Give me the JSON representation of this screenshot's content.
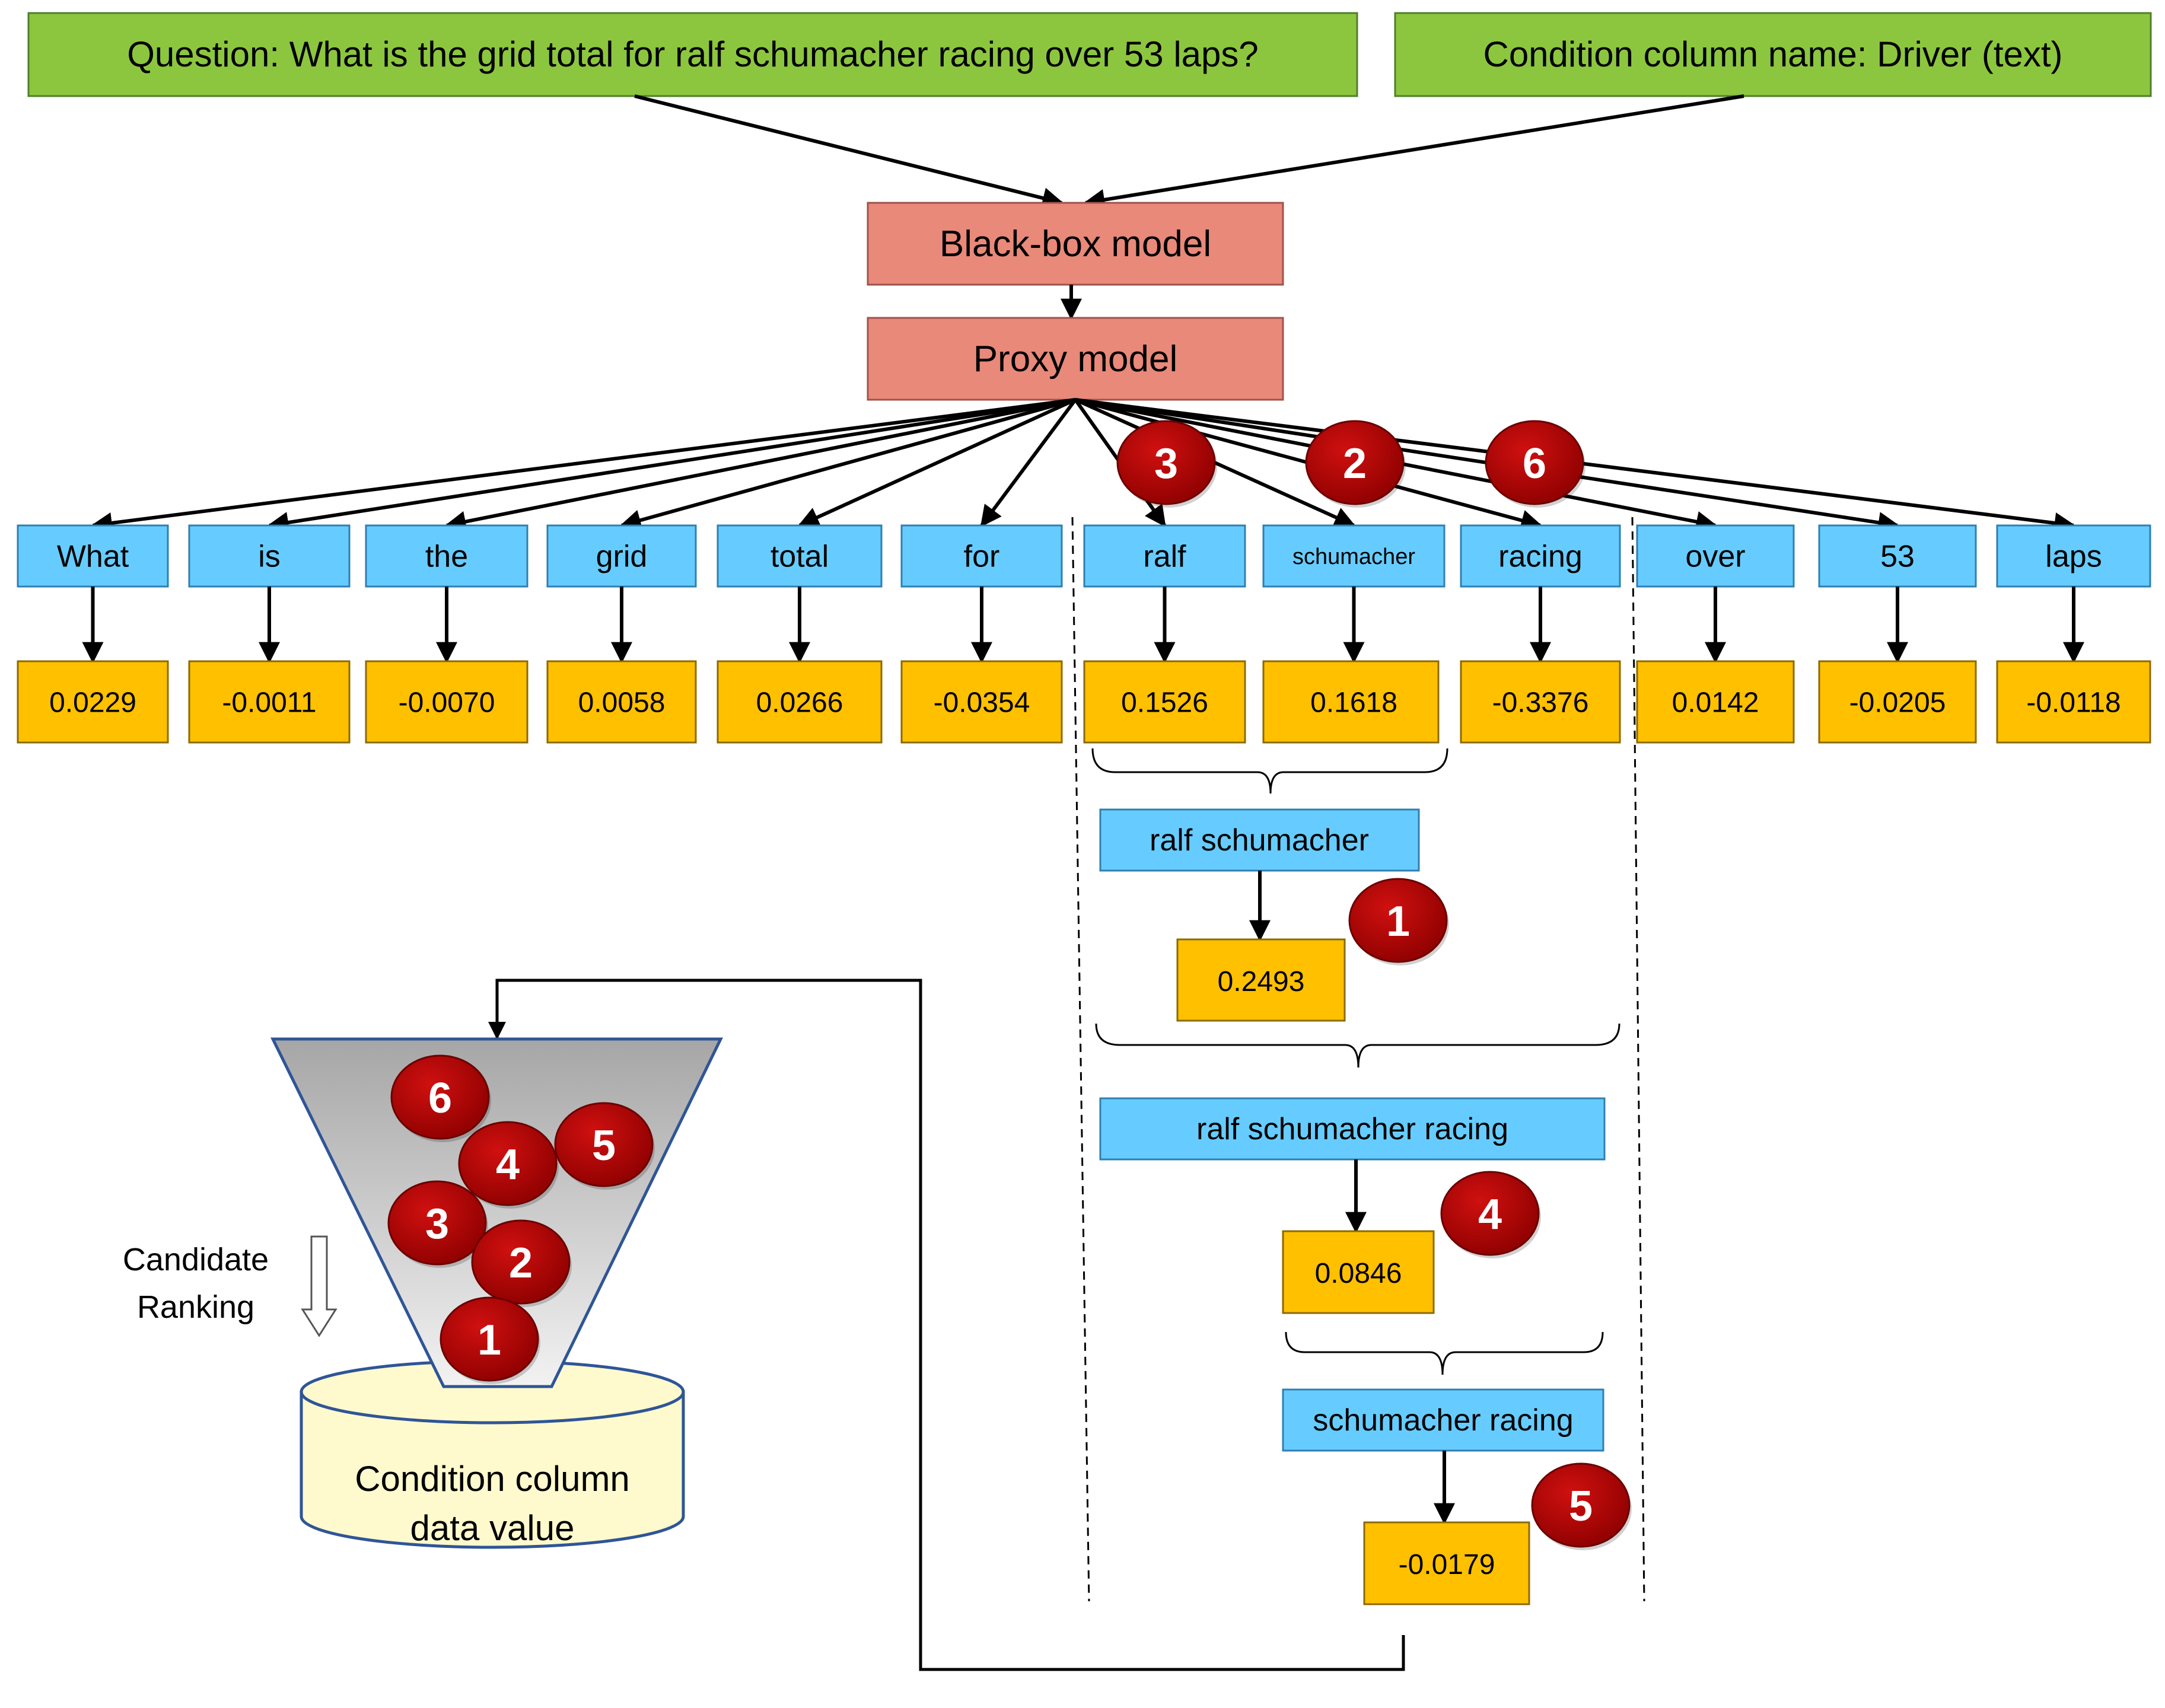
{
  "inputs": {
    "question": "Question: What is the grid total for ralf schumacher racing over 53 laps?",
    "condition": "Condition column name: Driver (text)"
  },
  "models": {
    "blackbox": "Black-box model",
    "proxy": "Proxy model"
  },
  "tokens": [
    {
      "word": "What",
      "score": "0.0229"
    },
    {
      "word": "is",
      "score": "-0.0011"
    },
    {
      "word": "the",
      "score": "-0.0070"
    },
    {
      "word": "grid",
      "score": "0.0058"
    },
    {
      "word": "total",
      "score": "0.0266"
    },
    {
      "word": "for",
      "score": "-0.0354"
    },
    {
      "word": "ralf",
      "score": "0.1526"
    },
    {
      "word": "schumacher",
      "score": "0.1618"
    },
    {
      "word": "racing",
      "score": "-0.3376"
    },
    {
      "word": "over",
      "score": "0.0142"
    },
    {
      "word": "53",
      "score": "-0.0205"
    },
    {
      "word": "laps",
      "score": "-0.0118"
    }
  ],
  "token_ranks": [
    {
      "token": "ralf",
      "rank": "3"
    },
    {
      "token": "schumacher",
      "rank": "2"
    },
    {
      "token": "racing",
      "rank": "6"
    }
  ],
  "phrases": [
    {
      "text": "ralf schumacher",
      "score": "0.2493",
      "rank": "1"
    },
    {
      "text": "ralf schumacher racing",
      "score": "0.0846",
      "rank": "4"
    },
    {
      "text": "schumacher racing",
      "score": "-0.0179",
      "rank": "5"
    }
  ],
  "funnel": {
    "ranks": [
      "6",
      "4",
      "5",
      "3",
      "2",
      "1"
    ],
    "caption_line1": "Candidate",
    "caption_line2": "Ranking",
    "db_line1": "Condition column",
    "db_line2": "data value"
  },
  "colors": {
    "input_fill": "#8cc63f",
    "model_fill": "#e8897a",
    "token_fill": "#66ccff",
    "score_fill": "#ffc000",
    "badge_fill": "#b20000",
    "db_fill": "#fffacd"
  }
}
